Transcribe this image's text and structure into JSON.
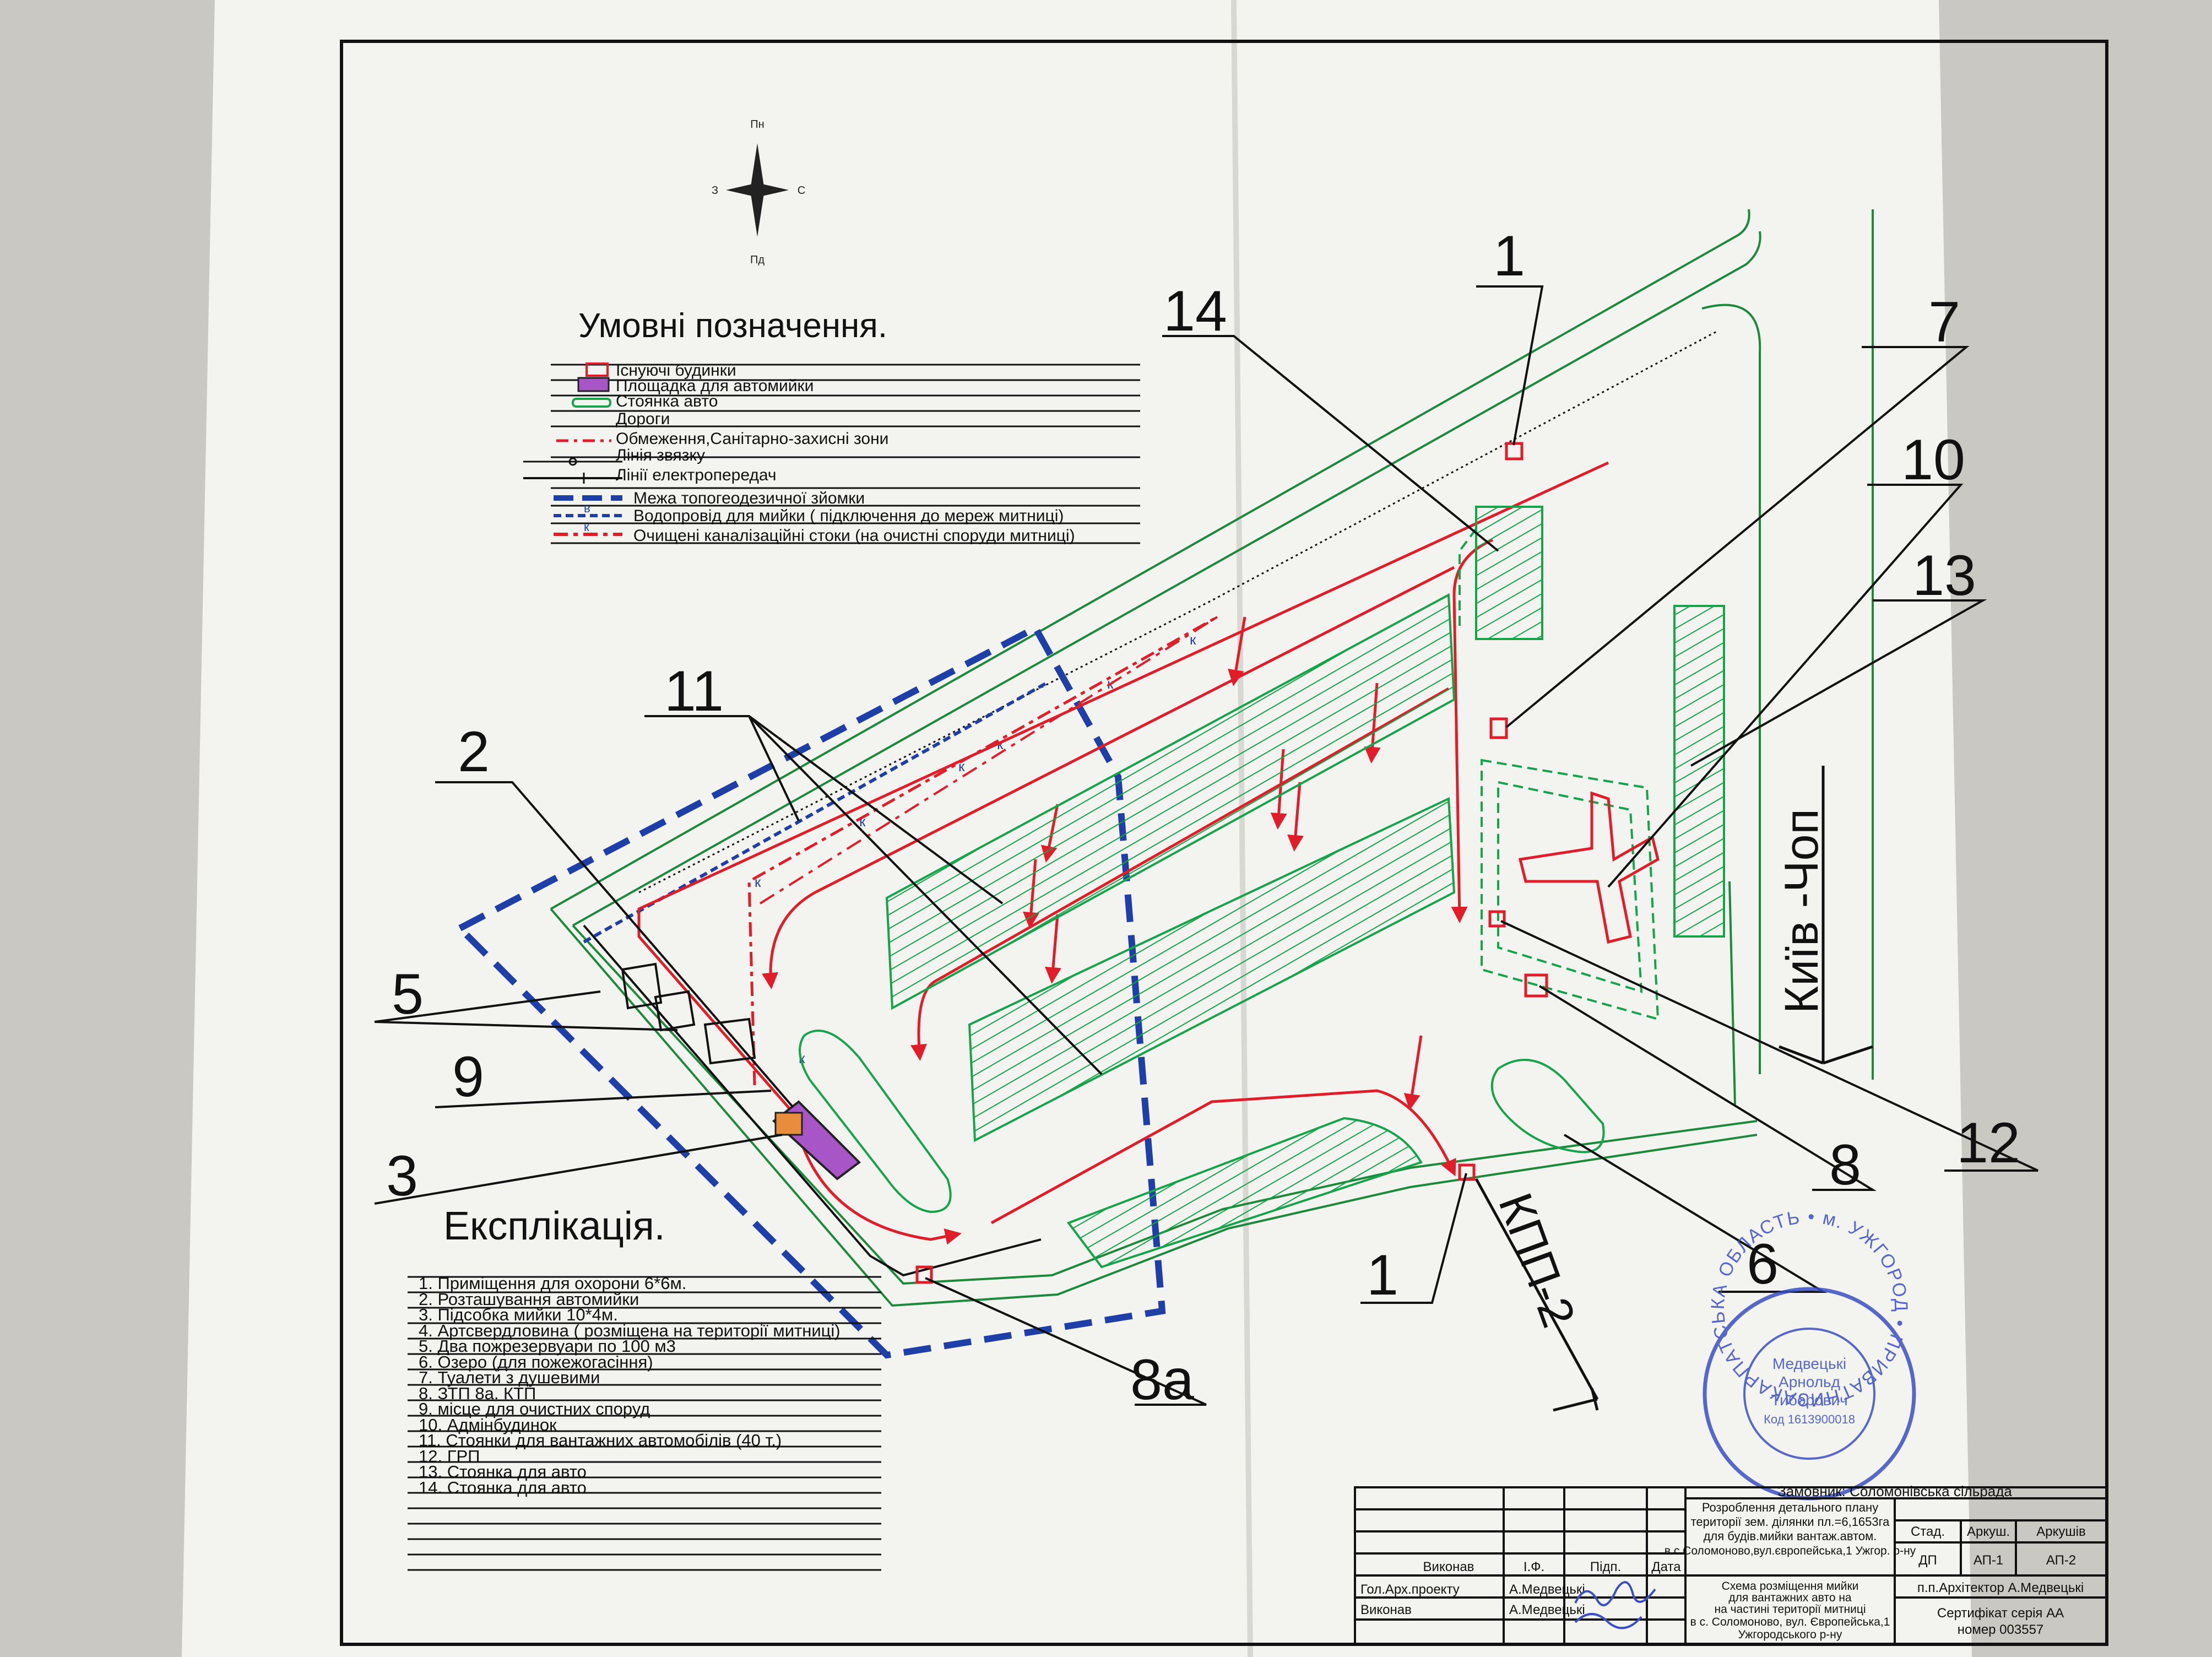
{
  "compass": {
    "north": "Пн",
    "south": "Пд",
    "west": "З",
    "east": "С"
  },
  "legend": {
    "title": "Умовні позначення.",
    "items": [
      "Існуючі будинки",
      "Площадка для автомийки",
      "Стоянка авто",
      "Дороги",
      "Обмеження,Санітарно-захисні зони",
      "Лінія звязку",
      "Лінії електропередач",
      "Межа топогеодезичної зйомки",
      "Водопровід для мийки ( підключення до мереж митниці)",
      "Очищені каналізаційні стоки  (на очистні споруди митниці)"
    ],
    "pipe_marks": {
      "water": "в",
      "sewer": "к"
    }
  },
  "callouts": [
    "1",
    "14",
    "7",
    "10",
    "13",
    "11",
    "2",
    "5",
    "9",
    "3",
    "12",
    "8",
    "6",
    "1",
    "8а"
  ],
  "road_labels": {
    "kyiv_chop": "Київ -Чоп",
    "kpp": "КПП-2"
  },
  "explication": {
    "title": "Експлікація.",
    "items": [
      "1.  Приміщення для охорони  6*6м.",
      "2.  Розташування автомийки",
      "3.  Підсобка мийки 10*4м.",
      "4.  Артсвердловина ( розміщена на території митниці)",
      "5.  Два пожрезервуари по 100 м3",
      "6.  Озеро (для пожежогасіння)",
      "7.  Туалети з душевими",
      "8.  ЗТП          8а.  КТП",
      "9.  місце для очистних споруд",
      "10.  Адмінбудинок",
      "11.  Стоянки для вантажних автомобілів (40 т.)",
      "12.  ГРП",
      "13.  Стоянка для авто",
      "14.  Стоянка для авто"
    ]
  },
  "stamp": {
    "ring": "ЗАКАРПАТСЬКА ОБЛАСТЬ • м. УЖГОРОД • ПРИВАТНИЙ ПІДПРИЄМЕЦЬ •",
    "center": [
      "Медвецькі",
      "Арнольд",
      "Тиборович",
      "Код 1613900018"
    ]
  },
  "title_block": {
    "customer": "Замовник: Соломонівська сільрада",
    "col_headers": [
      "Виконав",
      "І.Ф.",
      "Підп.",
      "Дата"
    ],
    "description": [
      "Розроблення детального плану",
      "території зем. ділянки пл.=6,1653га",
      "для будів.мийки вантаж.автом.",
      "в с.Соломоново,вул.європейська,1 Ужгор. р-ну"
    ],
    "stage_headers": [
      "Стад.",
      "Аркуш.",
      "Аркушів"
    ],
    "stage_values": [
      "ДП",
      "АП-1",
      "АП-2"
    ],
    "rows": [
      {
        "role": "Гол.Арх.проекту",
        "name": "А.Медвецькі"
      },
      {
        "role": "Виконав",
        "name": "А.Медвецькі"
      }
    ],
    "scheme": [
      "Схема розміщення мийки",
      "для вантажних авто на",
      "на частині території митниці",
      "в с. Соломоново, вул. Європейська,1",
      "Ужгородського р-ну"
    ],
    "architect": "п.п.Архітектор А.Медвецькі",
    "certificate": [
      "Сертифікат серія АА",
      "номер 003557"
    ]
  },
  "colors": {
    "paper": "#f3f3f0",
    "frame": "#111111",
    "road": "#1c8a3a",
    "parking": "#16a34a",
    "restriction": "#e11d2a",
    "survey": "#1f3fa8",
    "carwash": "#a855c7",
    "stamp": "#3b4fc4"
  }
}
